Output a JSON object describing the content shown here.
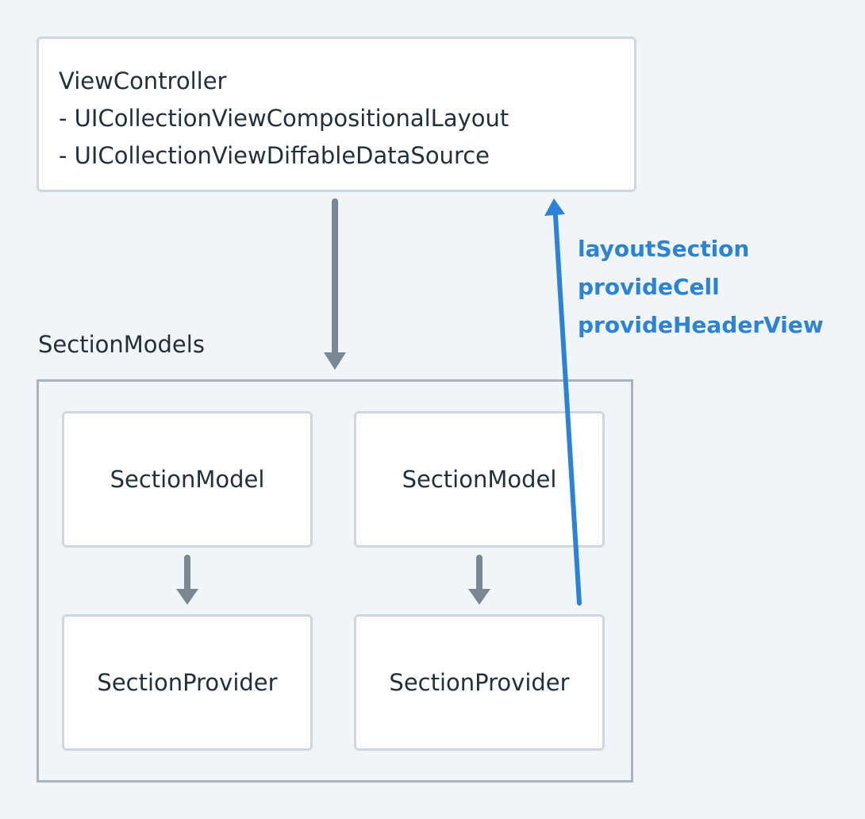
{
  "view_controller": {
    "lines": [
      "ViewController",
      "- UICollectionViewCompositionalLayout",
      "- UICollectionViewDiffableDataSource"
    ]
  },
  "section_models_group": {
    "label": "SectionModels",
    "models": [
      {
        "model_label": "SectionModel",
        "provider_label": "SectionProvider"
      },
      {
        "model_label": "SectionModel",
        "provider_label": "SectionProvider"
      }
    ]
  },
  "callbacks": [
    "layoutSection",
    "provideCell",
    "provideHeaderView"
  ],
  "colors": {
    "background": "#f2f5f8",
    "box_border": "#cfd8e1",
    "group_border": "#a8b3bd",
    "arrow_gray": "#7b8894",
    "arrow_blue": "#2b83d9",
    "text": "#22303e"
  }
}
